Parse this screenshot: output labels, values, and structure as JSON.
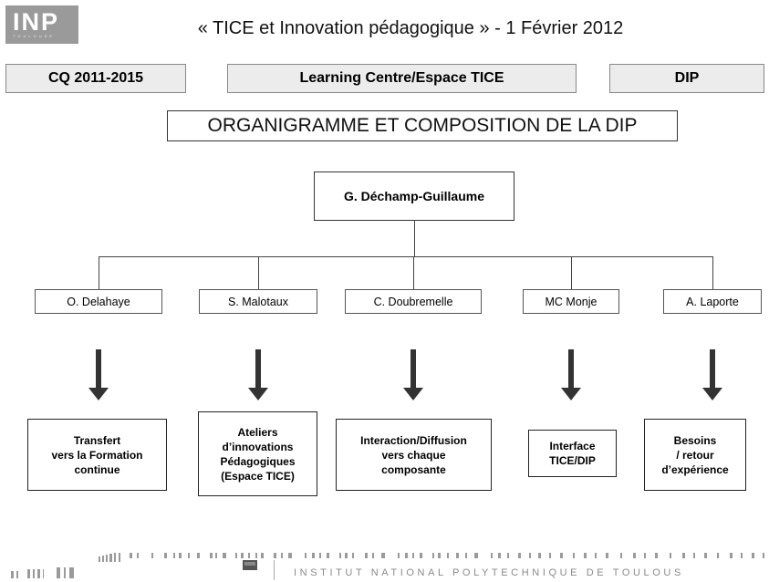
{
  "header": {
    "logo_text": "INP",
    "logo_sub": "TOULOUSE",
    "title": "« TICE et Innovation pédagogique » - 1 Février 2012"
  },
  "tabs": [
    {
      "label": "CQ  2011-2015"
    },
    {
      "label": "Learning Centre/Espace TICE"
    },
    {
      "label": "DIP"
    }
  ],
  "chart_data": {
    "type": "diagram",
    "title": "ORGANIGRAMME ET COMPOSITION DE LA DIP",
    "root": "G. Déchamp-Guillaume",
    "members": [
      {
        "name": "O. Delahaye",
        "role": "Transfert\nvers  la Formation\ncontinue"
      },
      {
        "name": "S. Malotaux",
        "role": "Ateliers\nd’innovations\nPédagogiques\n(Espace TICE)"
      },
      {
        "name": "C.  Doubremelle",
        "role": "Interaction/Diffusion\nvers chaque\ncomposante"
      },
      {
        "name": "MC Monje",
        "role": "Interface\nTICE/DIP"
      },
      {
        "name": "A. Laporte",
        "role": "Besoins\n/ retour\nd’expérience"
      }
    ]
  },
  "footer": {
    "institution": "INSTITUT NATIONAL POLYTECHNIQUE DE TOULOUS"
  },
  "colors": {
    "tab_bg": "#ececec",
    "logo_bg": "#9a9a9a",
    "arrow": "#333333"
  }
}
